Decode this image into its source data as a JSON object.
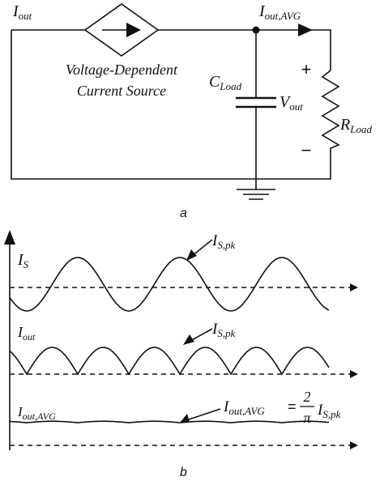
{
  "circuit": {
    "source_current_label": "I",
    "source_current_sub": "out",
    "avg_current_label": "I",
    "avg_current_sub": "out,AVG",
    "source_caption_line1": "Voltage-Dependent",
    "source_caption_line2": "Current Source",
    "cap_label": "C",
    "cap_sub": "Load",
    "vout_label": "V",
    "vout_sub": "out",
    "res_label": "R",
    "res_sub": "Load",
    "plus_sign": "+",
    "minus_sign": "−",
    "panel_caption": "a"
  },
  "waveforms": {
    "is_label": "I",
    "is_sub": "S",
    "is_peak_label": "I",
    "is_peak_sub": "S,pk",
    "iout_label": "I",
    "iout_sub": "out",
    "iout_peak_label": "I",
    "iout_peak_sub": "S,pk",
    "avg_label": "I",
    "avg_sub": "out,AVG",
    "eq_lhs": "I",
    "eq_lhs_sub": "out,AVG",
    "eq_equals": "=",
    "eq_num": "2",
    "eq_den": "π",
    "eq_rhs": "I",
    "eq_rhs_sub": "S,pk",
    "panel_caption": "b"
  }
}
